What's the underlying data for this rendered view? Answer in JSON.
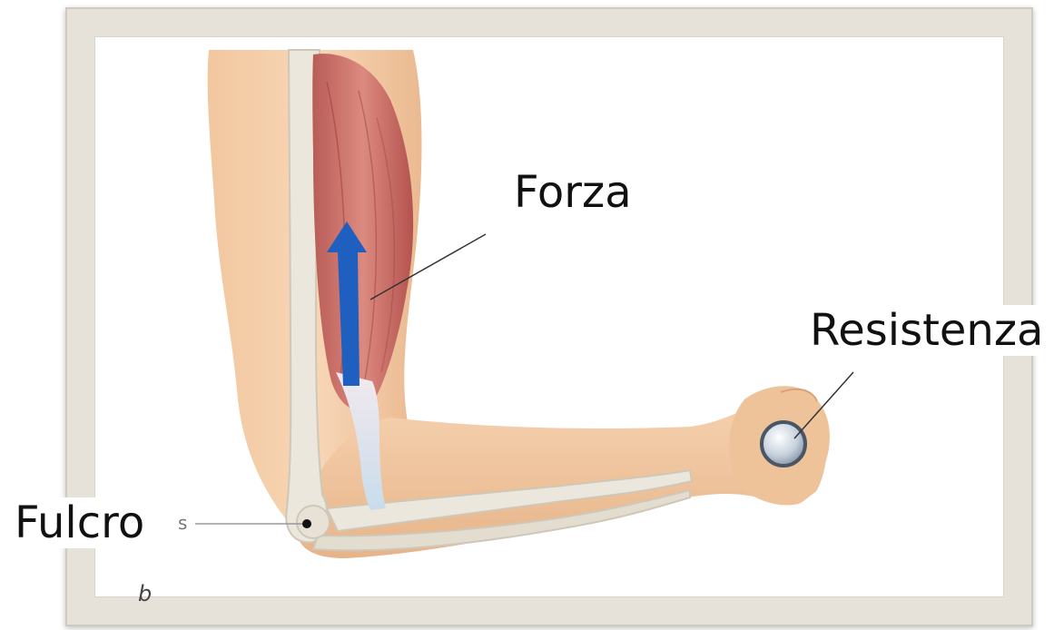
{
  "labels": {
    "force": "Forza",
    "resistance": "Resistenza",
    "fulcrum": "Fulcro",
    "small_s": "s",
    "panel_letter": "b"
  }
}
